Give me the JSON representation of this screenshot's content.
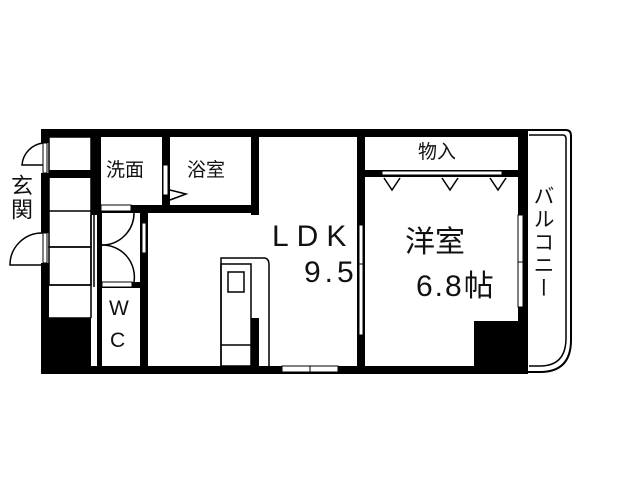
{
  "floorplan": {
    "rooms": {
      "genkan": {
        "label": "玄関"
      },
      "senmen": {
        "label": "洗面"
      },
      "yokushitsu": {
        "label": "浴室"
      },
      "ldk": {
        "label": "LDK",
        "size": "9.5"
      },
      "yoshitsu": {
        "label": "洋室",
        "size": "6.8帖"
      },
      "monoire": {
        "label": "物入"
      },
      "balcony": {
        "label": "バルコニー"
      },
      "wc": {
        "label_w": "W",
        "label_c": "C"
      }
    },
    "colors": {
      "wall": "#000000",
      "background": "#ffffff"
    }
  }
}
